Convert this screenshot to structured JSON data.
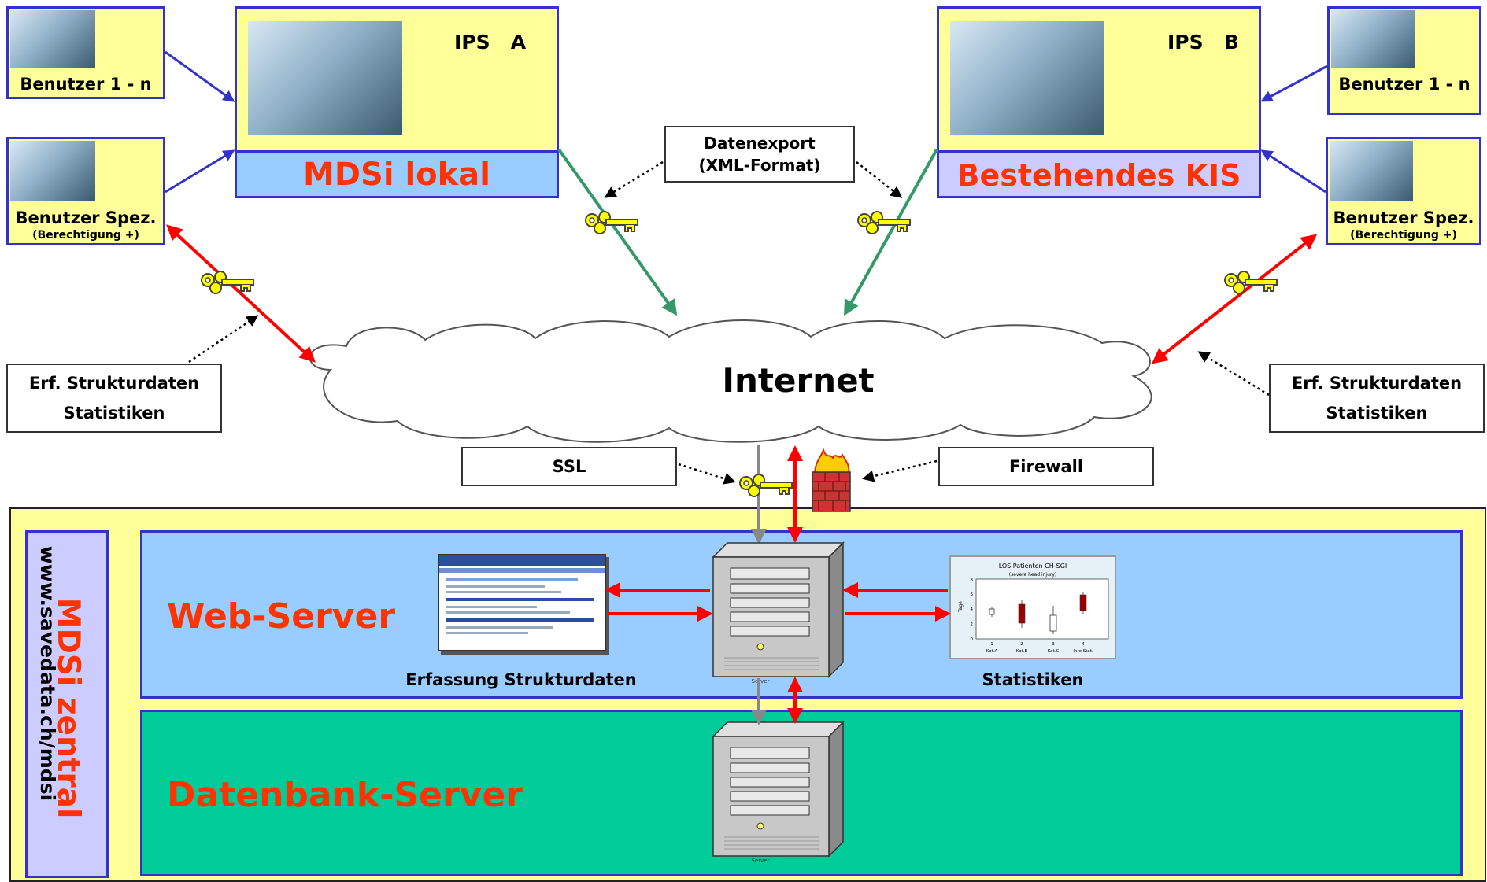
{
  "users": {
    "left_top": "Benutzer 1 - n",
    "left_bottom_title": "Benutzer Spez.",
    "left_bottom_sub": "(Berechtigung +)",
    "right_top": "Benutzer 1 - n",
    "right_bottom_title": "Benutzer Spez.",
    "right_bottom_sub": "(Berechtigung +)"
  },
  "sites": {
    "left_title": "IPS   A",
    "left_system": "MDSi lokal",
    "right_title": "IPS   B",
    "right_system": "Bestehendes KIS"
  },
  "labels": {
    "export_line1": "Datenexport",
    "export_line2": "(XML-Format)",
    "left_info_line1": "Erf. Strukturdaten",
    "left_info_line2": "Statistiken",
    "right_info_line1": "Erf. Strukturdaten",
    "right_info_line2": "Statistiken",
    "internet": "Internet",
    "ssl": "SSL",
    "firewall": "Firewall"
  },
  "central": {
    "title": "MDSi zentral",
    "url": "www.savedata.ch/mdsi",
    "web_server": "Web-Server",
    "db_server": "Datenbank-Server",
    "erfassung": "Erfassung Strukturdaten",
    "statistiken": "Statistiken",
    "server_caption": "Server"
  },
  "mini_chart": {
    "title": "LOS Patienten CH-SGI",
    "subtitle": "(severe head injury)",
    "ylabel": "Tage",
    "categories": [
      "Kat.A",
      "Kat.B",
      "Kat.C",
      "Ihre Stat."
    ],
    "category_numbers": [
      "1",
      "2",
      "3",
      "4"
    ],
    "y_ticks": [
      "0",
      "2",
      "4",
      "6",
      "8"
    ]
  },
  "colors": {
    "box_yellow": "#ffff99",
    "box_border": "#3333cc",
    "title_red": "#ff3300",
    "web_blue": "#99ccff",
    "db_green": "#00cc99",
    "arrow_red": "#ff0000",
    "arrow_green": "#339966"
  },
  "icons": [
    "key-icon",
    "firewall-icon",
    "server-icon",
    "user-photo",
    "screenshot-thumbnail"
  ]
}
